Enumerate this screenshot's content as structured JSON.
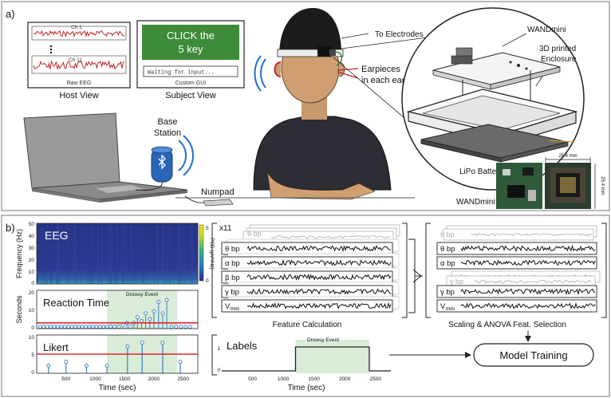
{
  "panel_a": {
    "label": "a)",
    "host_view": {
      "ch1": "Ch 1",
      "ch11": "Ch 11",
      "raw_eeg": "Raw EEG",
      "caption": "Host View"
    },
    "subject_view": {
      "prompt_line1": "CLICK the",
      "prompt_line2": "5 key",
      "input_text": "Waiting for input...",
      "gui_label": "Custom GUI",
      "caption": "Subject View"
    },
    "to_electrodes": "To Electrodes",
    "earpieces_line1": "Earpieces",
    "earpieces_line2": "in each ear",
    "wandmini": "WANDmini",
    "enclosure_line1": "3D printed",
    "enclosure_line2": "Enclosure",
    "battery": "LiPo  Battery",
    "dim_width": "25.4 mm",
    "dim_height": "25.4 mm",
    "wandmini_photo": "WANDmini",
    "base_station_line1": "Base",
    "base_station_line2": "Station",
    "numpad": "Numpad"
  },
  "panel_b": {
    "label": "b)",
    "eeg": {
      "title": "EEG",
      "ylabel": "Frequency (Hz)",
      "yticks": [
        "50",
        "40",
        "30",
        "20",
        "10",
        "0"
      ],
      "colorbar_label": "PSD (μV²/Hz)",
      "cb_top": "5",
      "cb_bottom": "0"
    },
    "reaction": {
      "title": "Reaction Time",
      "ylabel": "Seconds",
      "yticks": [
        "20",
        "10",
        "0"
      ],
      "drowsy": "Drowsy Event"
    },
    "likert": {
      "title": "Likert",
      "yticks": [
        "10",
        "5",
        "0"
      ],
      "xticks": [
        "500",
        "1000",
        "1500",
        "2000",
        "2500"
      ],
      "xlabel": "Time (sec)"
    },
    "features": {
      "x11": "x11",
      "stack_label": "θ bp",
      "rows": [
        "θ bp",
        "α bp",
        "β bp",
        "γ bp",
        "V"
      ],
      "rms_sub": "RMS",
      "caption": "Feature Calculation"
    },
    "selection": {
      "top_label": "θ bp",
      "rows": [
        "θ bp",
        "α bp",
        "γ bp",
        "V"
      ],
      "ghost_labels": [
        "γ bp",
        "γ bp"
      ],
      "rms_sub": "RMS",
      "caption": "Scaling & ANOVA Feat. Selection"
    },
    "labels_chart": {
      "title": "Labels",
      "drowsy": "Drowsy Event",
      "yticks": [
        "1",
        "0"
      ],
      "xticks": [
        "500",
        "1000",
        "1500",
        "2000",
        "2500"
      ],
      "xlabel": "Time (sec)"
    },
    "model_training": "Model Training"
  },
  "colors": {
    "eeg_trace": "#c0262b",
    "gui_green": "#3e8b3a",
    "drowsy_fill": "#d8ecd8",
    "threshold": "#e0282e",
    "stem": "#3a7fc0",
    "spectrogram": "#2a2e8c",
    "bluetooth": "#1f6fd1"
  },
  "chart_data": [
    {
      "type": "scatter",
      "title": "Reaction Time",
      "xlabel": "",
      "ylabel": "Seconds",
      "xlim": [
        0,
        2750
      ],
      "ylim": [
        0,
        20
      ],
      "threshold": 3,
      "drowsy_event": [
        1200,
        2400
      ],
      "x": [
        60,
        120,
        180,
        240,
        300,
        360,
        420,
        480,
        540,
        600,
        660,
        720,
        780,
        840,
        900,
        960,
        1020,
        1080,
        1140,
        1200,
        1260,
        1330,
        1400,
        1470,
        1540,
        1600,
        1660,
        1720,
        1790,
        1860,
        1930,
        2000,
        2080,
        2150,
        2220,
        2300,
        2380,
        2460,
        2540,
        2620
      ],
      "y": [
        1,
        1,
        1,
        1,
        1,
        1,
        1,
        1,
        1,
        1,
        1,
        1,
        1,
        1,
        1,
        1,
        1,
        1,
        1,
        1,
        1,
        1,
        1,
        2,
        3,
        1,
        3,
        6,
        4,
        8,
        5,
        9,
        14,
        8,
        15,
        1,
        1,
        1,
        1,
        1
      ]
    },
    {
      "type": "scatter",
      "title": "Likert",
      "xlabel": "Time (sec)",
      "ylabel": "",
      "xlim": [
        0,
        2750
      ],
      "ylim": [
        0,
        10
      ],
      "threshold": 5,
      "drowsy_event": [
        1200,
        2400
      ],
      "x": [
        200,
        500,
        850,
        1200,
        1550,
        1800,
        2150,
        2450
      ],
      "y": [
        2,
        3,
        2,
        2,
        7,
        8,
        8,
        3
      ]
    },
    {
      "type": "line",
      "title": "Labels",
      "xlabel": "Time (sec)",
      "ylabel": "",
      "xlim": [
        0,
        2750
      ],
      "ylim": [
        0,
        1
      ],
      "drowsy_event": [
        1200,
        2400
      ],
      "x": [
        0,
        1200,
        1200,
        2400,
        2400,
        2750
      ],
      "y": [
        0,
        0,
        1,
        1,
        0,
        0
      ]
    }
  ]
}
